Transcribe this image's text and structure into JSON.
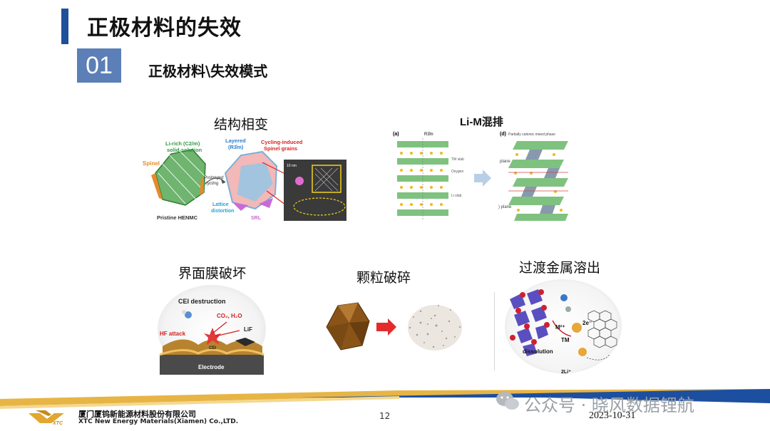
{
  "header": {
    "title": "正极材料的失效",
    "section_number": "01",
    "subtitle": "正极材料\\失效模式"
  },
  "panels": {
    "structure": {
      "caption": "结构相变",
      "labels": {
        "li_rich": "Li-rich (C2/m)",
        "solid_solution": "solid-solution",
        "layered": "Layered",
        "layered_group": "(R3̄m)",
        "cycling": "Cycling-induced",
        "spinel_grains": "Spinel grains",
        "spinel": "Spinel",
        "prolonged": "Prolonged",
        "cycling2": "cycling",
        "lattice": "Lattice",
        "distortion": "distortion",
        "pristine": "Pristine HENMC",
        "srl": "SRL",
        "scale": "10 nm"
      }
    },
    "li_m": {
      "caption": "Li-M混排",
      "labels": {
        "a": "(a)",
        "group": "R3̄m",
        "li_slab": "Li slab",
        "tm_slab": "TM slab",
        "oxygen": "Oxygen",
        "d": "(d)",
        "partial": "Partially cationic mixed phase",
        "plane": "plane",
        "plane2": ") plane"
      }
    },
    "interface": {
      "caption": "界面膜破坏",
      "labels": {
        "cei": "CEI destruction",
        "co2": "CO₂, H₂O",
        "hf": "HF attack",
        "lif": "LiF",
        "cei_small": "CEI",
        "electrode": "Electrode"
      }
    },
    "particle": {
      "caption": "颗粒破碎"
    },
    "dissolution": {
      "caption": "过渡金属溶出",
      "labels": {
        "m2": "M²⁺",
        "e": "2e⁻",
        "tm": "TM",
        "dissolution": "dissolution",
        "li": "2Li⁺"
      }
    }
  },
  "footer": {
    "company_cn": "厦门厦钨新能源材料股份有限公司",
    "company_en": "XTC New Energy Materials(Xiamen) Co.,LTD.",
    "logo_text": "XTC",
    "page_number": "12",
    "date": "2023-10-31",
    "watermark": "公众号 · 晓风数据锂航"
  },
  "colors": {
    "accent_blue": "#1e4f9a",
    "box_blue": "#5b7fb6",
    "band_gold": "#e7b545",
    "band_blue": "#1d4fa0"
  }
}
